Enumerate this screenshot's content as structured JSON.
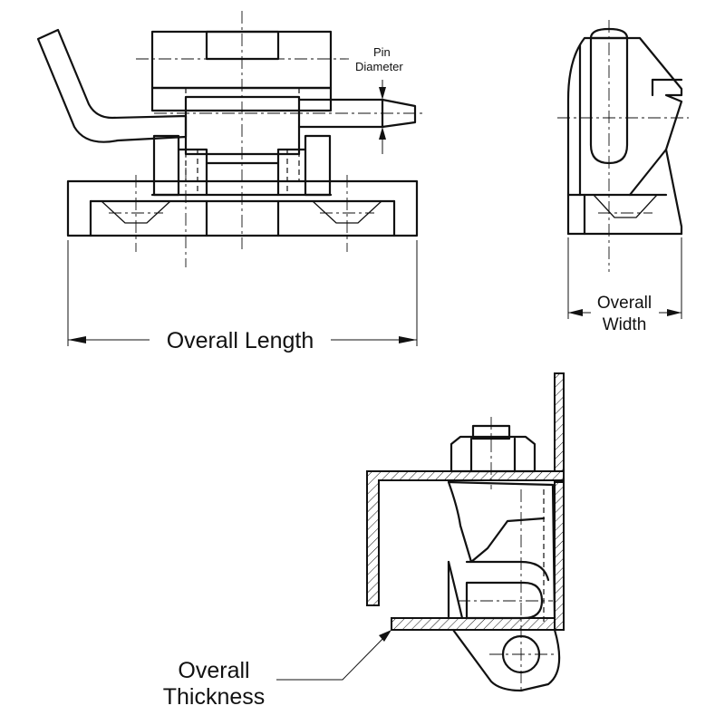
{
  "labels": {
    "overall_length": "Overall Length",
    "pin_diameter_line1": "Pin",
    "pin_diameter_line2": "Diameter",
    "overall_width_line1": "Overall",
    "overall_width_line2": "Width",
    "overall_thickness_line1": "Overall",
    "overall_thickness_line2": "Thickness"
  }
}
